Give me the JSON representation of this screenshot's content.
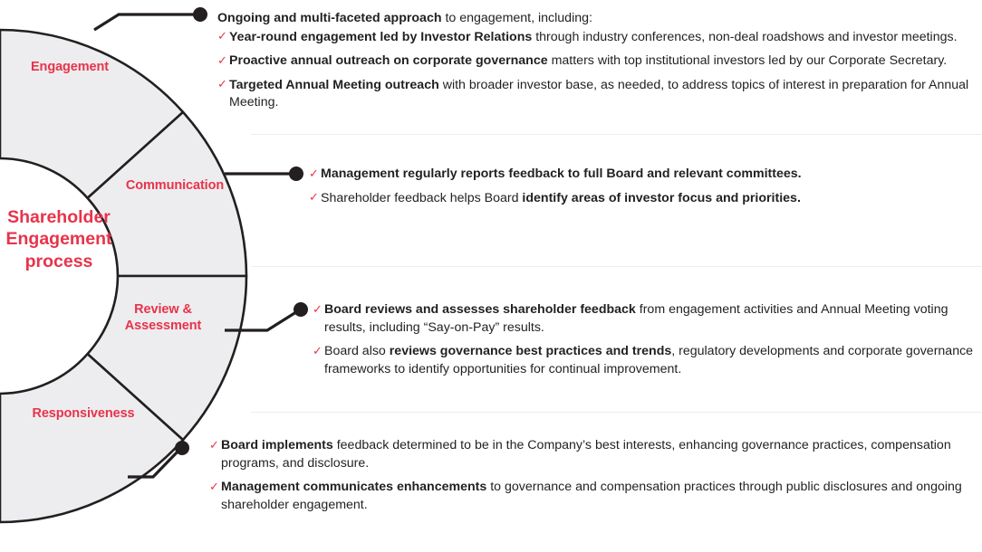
{
  "diagram": {
    "title": "Shareholder Engagement process",
    "center_label": "Shareholder\nEngagement\nprocess",
    "accent_color": "#e8334a",
    "segment_fill": "#ededef",
    "segment_stroke": "#231f20",
    "text_color": "#231f20",
    "separator_color": "#eceded",
    "check_glyph": "✓",
    "segments": [
      {
        "id": "engagement",
        "label": "Engagement"
      },
      {
        "id": "communication",
        "label": "Communication"
      },
      {
        "id": "review",
        "label": "Review &\nAssessment"
      },
      {
        "id": "responsiveness",
        "label": "Responsiveness"
      }
    ]
  },
  "blocks": [
    {
      "id": "engagement",
      "lead": [
        {
          "t": "Ongoing and multi-faceted approach",
          "b": true
        },
        {
          "t": " to engagement, including:",
          "b": false
        }
      ],
      "items": [
        [
          {
            "t": "Year-round engagement led by Investor Relations",
            "b": true
          },
          {
            "t": " through industry conferences, non-deal roadshows and investor meetings.",
            "b": false
          }
        ],
        [
          {
            "t": "Proactive annual outreach on corporate governance",
            "b": true
          },
          {
            "t": " matters with top institutional investors led by our Corporate Secretary.",
            "b": false
          }
        ],
        [
          {
            "t": "Targeted Annual Meeting outreach",
            "b": true
          },
          {
            "t": " with broader investor base, as needed, to address topics of interest in preparation for Annual Meeting.",
            "b": false
          }
        ]
      ]
    },
    {
      "id": "communication",
      "lead": [],
      "items": [
        [
          {
            "t": "Management regularly reports feedback to full Board and relevant committees.",
            "b": true
          }
        ],
        [
          {
            "t": "Shareholder feedback helps Board ",
            "b": false
          },
          {
            "t": "identify areas of investor focus and priorities.",
            "b": true
          }
        ]
      ]
    },
    {
      "id": "review",
      "lead": [],
      "items": [
        [
          {
            "t": "Board reviews and assesses shareholder feedback",
            "b": true
          },
          {
            "t": " from engagement activities and Annual Meeting voting results, including “Say-on-Pay” results.",
            "b": false
          }
        ],
        [
          {
            "t": "Board also ",
            "b": false
          },
          {
            "t": "reviews governance best practices and trends",
            "b": true
          },
          {
            "t": ", regulatory developments and corporate governance frameworks to identify opportunities for continual improvement.",
            "b": false
          }
        ]
      ]
    },
    {
      "id": "responsiveness",
      "lead": [],
      "items": [
        [
          {
            "t": "Board implements",
            "b": true
          },
          {
            "t": " feedback determined to be in the Company’s best interests, enhancing governance practices, compensation programs, and disclosure.",
            "b": false
          }
        ],
        [
          {
            "t": "Management communicates enhancements",
            "b": true
          },
          {
            "t": " to governance and compensation practices through public disclosures and ongoing shareholder engagement.",
            "b": false
          }
        ]
      ]
    }
  ]
}
